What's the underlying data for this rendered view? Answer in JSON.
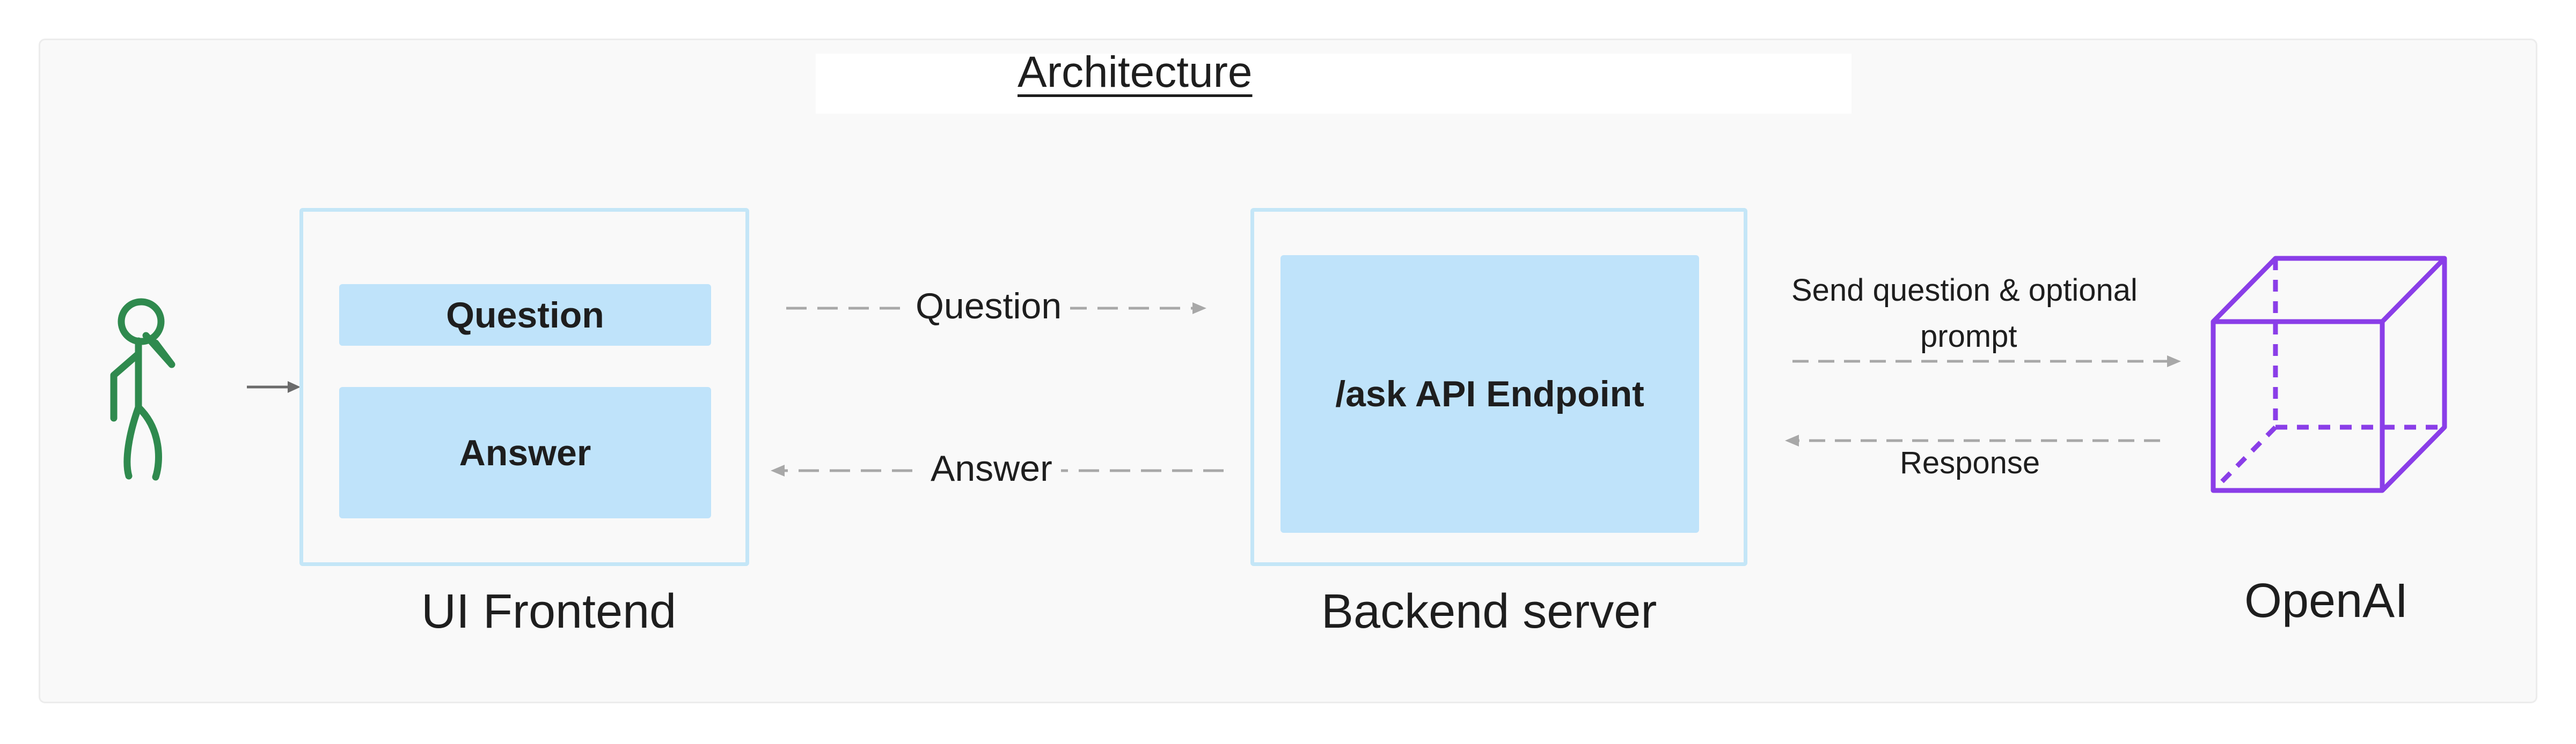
{
  "title": "Architecture",
  "ui_frontend": {
    "question_label": "Question",
    "answer_label": "Answer",
    "caption": "UI Frontend"
  },
  "backend": {
    "endpoint_label": "/ask API Endpoint",
    "caption": "Backend server"
  },
  "openai": {
    "caption": "OpenAI"
  },
  "arrows": {
    "question": "Question",
    "answer": "Answer",
    "send_line1": "Send question & optional",
    "send_line2": "prompt",
    "response": "Response"
  },
  "icons": {
    "user": "stick-figure-icon",
    "openai": "cube-icon"
  },
  "colors": {
    "box_fill": "#bfe3fa",
    "box_border": "#c4e6f7",
    "user_icon": "#2f8a4e",
    "cube_icon": "#8a3ee8",
    "arrow": "#a8a8a8"
  }
}
